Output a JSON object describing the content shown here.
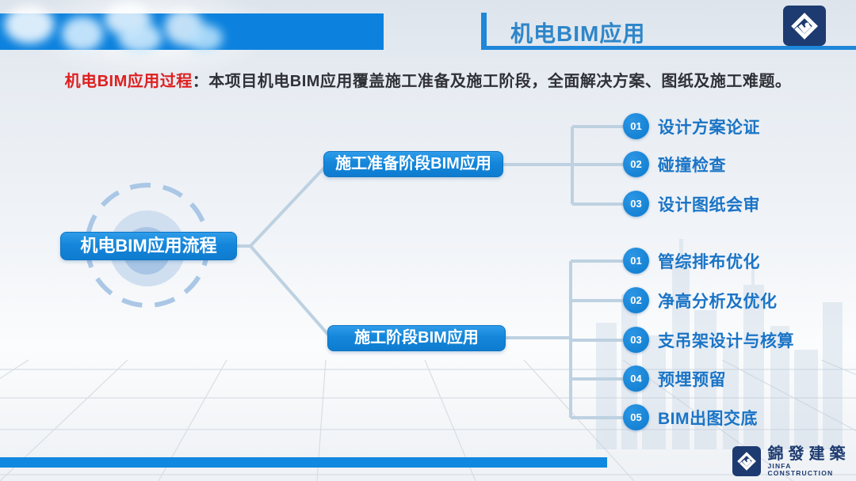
{
  "header": {
    "title": "机电BIM应用",
    "logo_icon": "jinfa-diamond-mark"
  },
  "intro": {
    "label": "机电BIM应用过程",
    "text": "：本项目机电BIM应用覆盖施工准备及施工阶段，全面解决方案、图纸及施工难题。"
  },
  "diagram": {
    "root": {
      "label": "机电BIM应用流程"
    },
    "branches": [
      {
        "label": "施工准备阶段BIM应用",
        "items": [
          {
            "num": "01",
            "label": "设计方案论证"
          },
          {
            "num": "02",
            "label": "碰撞检查"
          },
          {
            "num": "03",
            "label": "设计图纸会审"
          }
        ]
      },
      {
        "label": "施工阶段BIM应用",
        "items": [
          {
            "num": "01",
            "label": "管综排布优化"
          },
          {
            "num": "02",
            "label": "净高分析及优化"
          },
          {
            "num": "03",
            "label": "支吊架设计与核算"
          },
          {
            "num": "04",
            "label": "预埋预留"
          },
          {
            "num": "05",
            "label": "BIM出图交底"
          }
        ]
      }
    ]
  },
  "footer": {
    "company_cn": "錦發建築",
    "company_en": "JINFA CONSTRUCTION",
    "logo_icon": "jinfa-diamond-mark"
  },
  "colors": {
    "accent_blue": "#1287e0",
    "node_blue": "#1486db",
    "item_circle_blue": "#1080d8",
    "item_text_blue": "#1a74c6",
    "header_title_blue": "#2e86c9",
    "red_label": "#de1f1f",
    "body_text": "#2f3136",
    "connector_gray_blue": "#bdd1e1",
    "logo_navy": "#1d3b70"
  }
}
